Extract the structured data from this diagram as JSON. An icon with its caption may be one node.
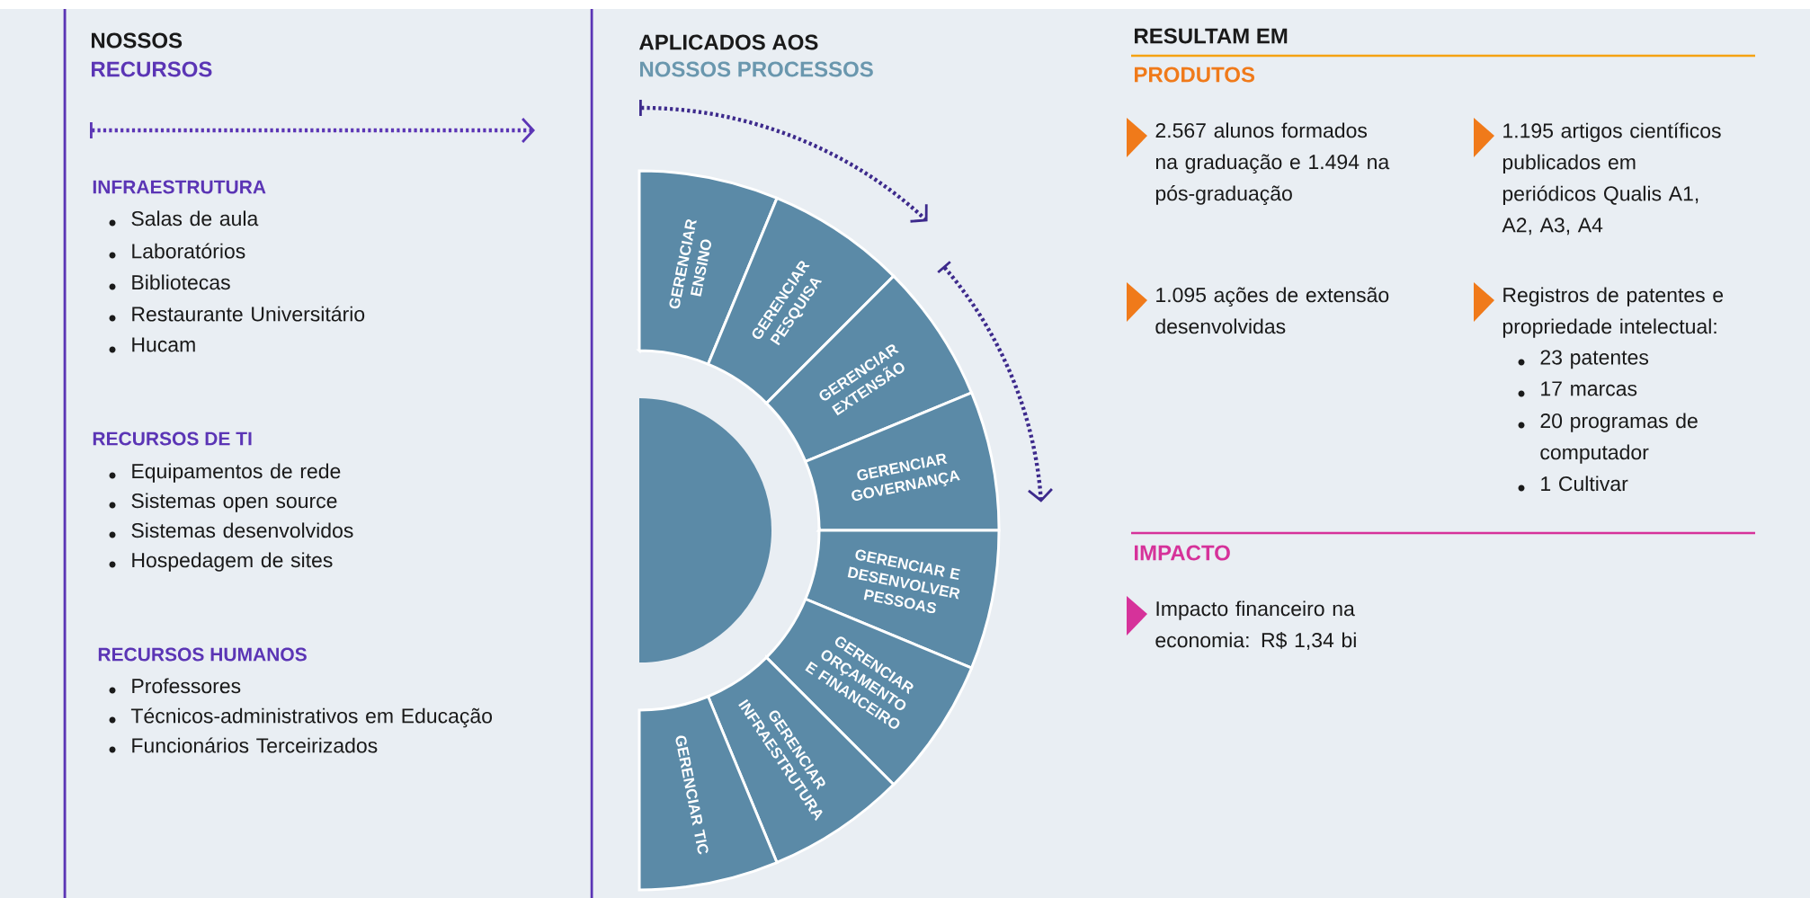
{
  "diagram": {
    "nodes": [
      {
        "text": [
          "GERENCIAR ENSINO"
        ]
      },
      {
        "text": [
          "GERENCIAR PESQUISA"
        ]
      },
      {
        "text": [
          "GERENCIAR EXTENSÃO"
        ]
      },
      {
        "text": [
          "GERENCIAR GOVERNANÇA"
        ]
      },
      {
        "text": [
          "GERENCIAR E DESENVOLVER PESSOAS"
        ]
      },
      {
        "text": [
          "GERENCIAR ORÇAMENTO E FINANCEIRO"
        ]
      },
      {
        "text": [
          "GERENCIAR INFRAESTRUTURA"
        ]
      },
      {
        "text": [
          "GERENCIAR TIC"
        ]
      },
      {
        "text": [],
        "shape": "circle"
      }
    ],
    "labels": [
      "NOSSOS",
      "RECURSOS",
      "INFRAESTRUTURA",
      "Salas de aula",
      "Laboratórios",
      "Bibliotecas",
      "Restaurante Universitário",
      "Hucam",
      "RECURSOS DE TI",
      "Equipamentos de rede",
      "Sistemas open source",
      "Sistemas desenvolvidos",
      "Hospedagem de sites",
      "RECURSOS HUMANOS",
      "Professores",
      "Técnicos-administrativos em Educação",
      "Funcionários Terceirizados",
      "APLICADOS AOS",
      "NOSSOS PROCESSOS",
      "RESULTAM EM",
      "PRODUTOS",
      "2.567 alunos formados na graduação e 1.494 na pós-graduação",
      "1.195 artigos científicos publicados em periódicos Qualis A1, A2, A3, A4",
      "1.095 ações de extensão desenvolvidas",
      "Registros de patentes e propriedade intelectual:",
      "23 patentes",
      "17 marcas",
      "20 programas de computador",
      "1 Cultivar",
      "IMPACTO",
      "Impacto financeiro na economia: R$ 1,34 bi"
    ]
  }
}
